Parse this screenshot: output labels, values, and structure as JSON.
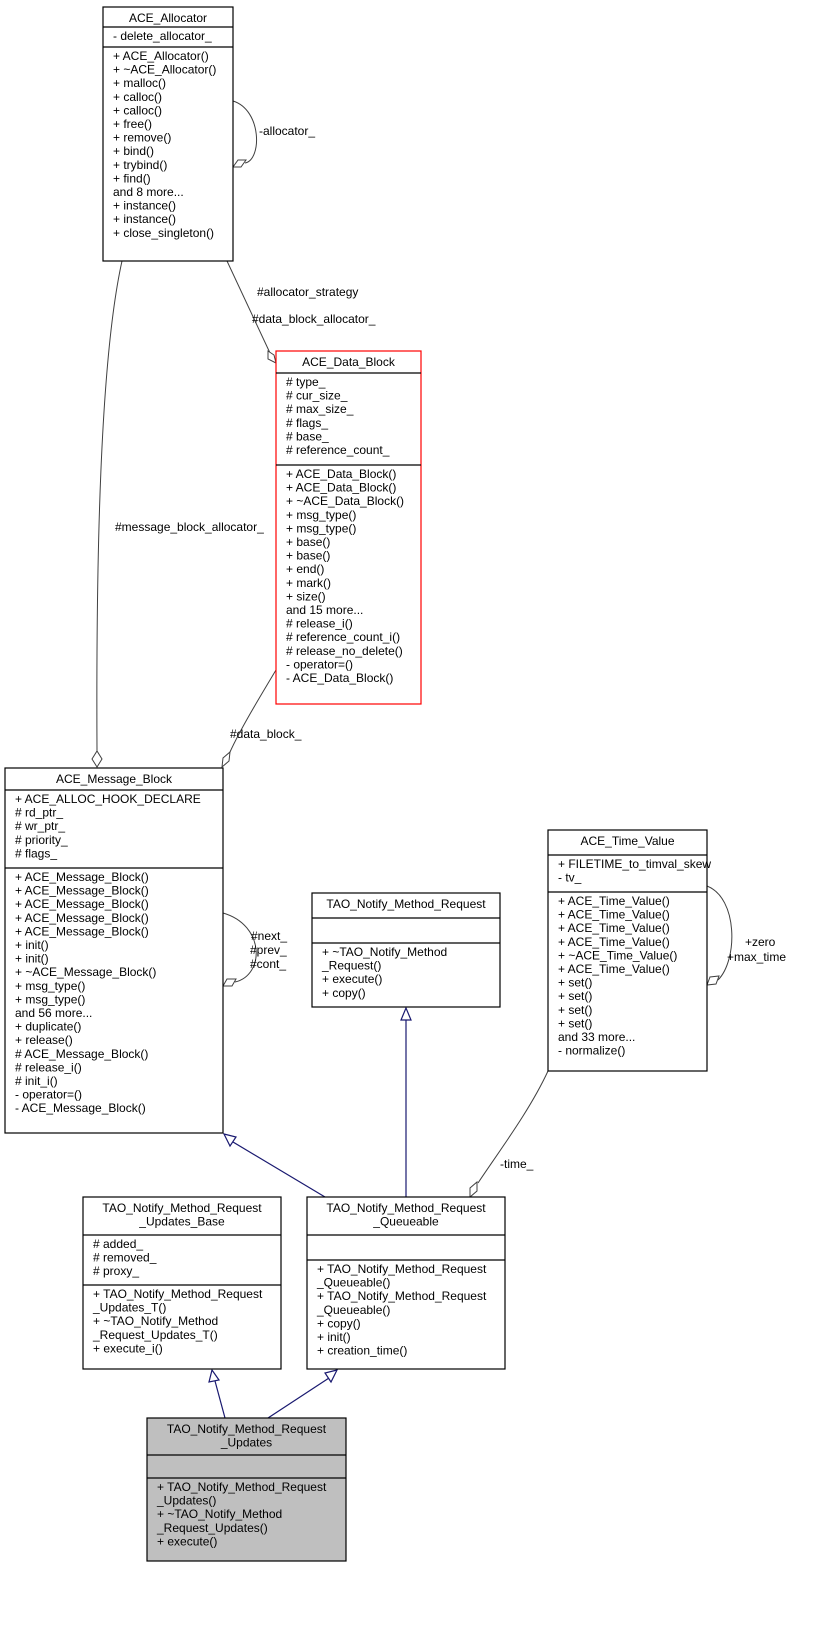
{
  "classes": [
    {
      "id": "ace-allocator",
      "title": [
        "ACE_Allocator"
      ],
      "attributes": [
        "- delete_allocator_"
      ],
      "methods": [
        "+ ACE_Allocator()",
        "+ ~ACE_Allocator()",
        "+ malloc()",
        "+ calloc()",
        "+ calloc()",
        "+ free()",
        "+ remove()",
        "+ bind()",
        "+ trybind()",
        "+ find()",
        "and 8 more...",
        "+ instance()",
        "+ instance()",
        "+ close_singleton()"
      ]
    },
    {
      "id": "ace-data-block",
      "title": [
        "ACE_Data_Block"
      ],
      "attributes": [
        "# type_",
        "# cur_size_",
        "# max_size_",
        "# flags_",
        "# base_",
        "# reference_count_"
      ],
      "methods": [
        "+ ACE_Data_Block()",
        "+ ACE_Data_Block()",
        "+ ~ACE_Data_Block()",
        "+ msg_type()",
        "+ msg_type()",
        "+ base()",
        "+ base()",
        "+ end()",
        "+ mark()",
        "+ size()",
        "and 15 more...",
        "# release_i()",
        "# reference_count_i()",
        "# release_no_delete()",
        "- operator=()",
        "- ACE_Data_Block()"
      ]
    },
    {
      "id": "ace-message-block",
      "title": [
        "ACE_Message_Block"
      ],
      "attributes": [
        "+ ACE_ALLOC_HOOK_DECLARE",
        "# rd_ptr_",
        "# wr_ptr_",
        "# priority_",
        "# flags_"
      ],
      "methods": [
        "+ ACE_Message_Block()",
        "+ ACE_Message_Block()",
        "+ ACE_Message_Block()",
        "+ ACE_Message_Block()",
        "+ ACE_Message_Block()",
        "+ init()",
        "+ init()",
        "+ ~ACE_Message_Block()",
        "+ msg_type()",
        "+ msg_type()",
        "and 56 more...",
        "+ duplicate()",
        "+ release()",
        "# ACE_Message_Block()",
        "# release_i()",
        "# init_i()",
        "- operator=()",
        "- ACE_Message_Block()"
      ]
    },
    {
      "id": "tao-notify-method-request",
      "title": [
        "TAO_Notify_Method_Request"
      ],
      "attributes": [],
      "methods": [
        "+ ~TAO_Notify_Method",
        "_Request()",
        "+ execute()",
        "+ copy()"
      ]
    },
    {
      "id": "ace-time-value",
      "title": [
        "ACE_Time_Value"
      ],
      "attributes": [
        "+ FILETIME_to_timval_skew",
        "- tv_"
      ],
      "methods": [
        "+ ACE_Time_Value()",
        "+ ACE_Time_Value()",
        "+ ACE_Time_Value()",
        "+ ACE_Time_Value()",
        "+ ~ACE_Time_Value()",
        "+ ACE_Time_Value()",
        "+ set()",
        "+ set()",
        "+ set()",
        "+ set()",
        "and 33 more...",
        "- normalize()"
      ]
    },
    {
      "id": "tao-notify-method-request-updates-base",
      "title": [
        "TAO_Notify_Method_Request",
        "_Updates_Base"
      ],
      "attributes": [
        "# added_",
        "# removed_",
        "# proxy_"
      ],
      "methods": [
        "+ TAO_Notify_Method_Request",
        "_Updates_T()",
        "+ ~TAO_Notify_Method",
        "_Request_Updates_T()",
        "+ execute_i()"
      ]
    },
    {
      "id": "tao-notify-method-request-queueable",
      "title": [
        "TAO_Notify_Method_Request",
        "_Queueable"
      ],
      "attributes": [],
      "methods": [
        "+ TAO_Notify_Method_Request",
        "_Queueable()",
        "+ TAO_Notify_Method_Request",
        "_Queueable()",
        "+ copy()",
        "+ init()",
        "+ creation_time()"
      ]
    },
    {
      "id": "tao-notify-method-request-updates",
      "title": [
        "TAO_Notify_Method_Request",
        "_Updates"
      ],
      "attributes": [],
      "methods": [
        "+ TAO_Notify_Method_Request",
        "_Updates()",
        "+ ~TAO_Notify_Method",
        "_Request_Updates()",
        "+ execute()"
      ]
    }
  ],
  "edge_labels": {
    "allocator_self": "-allocator_",
    "allocator_strategy": "#allocator_strategy",
    "data_block_allocator": "#data_block_allocator_",
    "message_block_allocator": "#message_block_allocator_",
    "data_block": "#data_block_",
    "next": "#next_",
    "prev": "#prev_",
    "cont": "#cont_",
    "zero": "+zero",
    "max_time": "+max_time",
    "time": "-time_"
  },
  "colors": {
    "inheritance": "#191970",
    "aggregation": "#404040",
    "highlight_fill": "#bfbfbf",
    "red_border": "#ff0000"
  }
}
